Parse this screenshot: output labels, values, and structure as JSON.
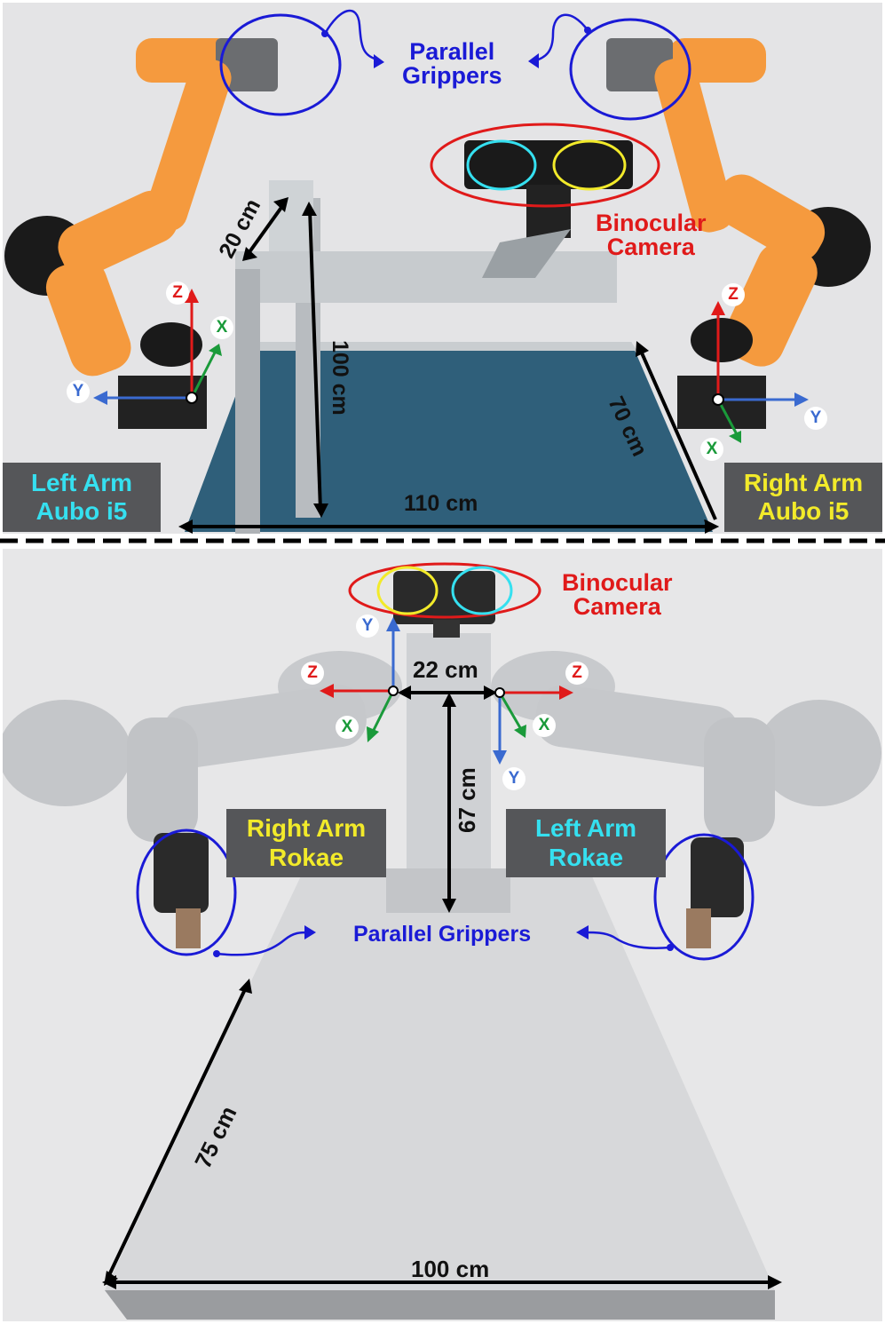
{
  "top": {
    "grippers_label": [
      "Parallel",
      "Grippers"
    ],
    "camera_label": [
      "Binocular",
      "Camera"
    ],
    "left_arm": [
      "Left Arm",
      "Aubo i5"
    ],
    "right_arm": [
      "Right Arm",
      "Aubo i5"
    ],
    "dim_depth_top": "20 cm",
    "dim_height": "100 cm",
    "dim_side": "70 cm",
    "dim_width": "110 cm",
    "axes_left": {
      "z": "Z",
      "x": "X",
      "y": "Y"
    },
    "axes_right": {
      "z": "Z",
      "x": "X",
      "y": "Y"
    }
  },
  "bottom": {
    "camera_label": [
      "Binocular",
      "Camera"
    ],
    "grippers_label": "Parallel Grippers",
    "right_arm": [
      "Right Arm",
      "Rokae"
    ],
    "left_arm": [
      "Left Arm",
      "Rokae"
    ],
    "dim_shoulder": "22 cm",
    "dim_column": "67 cm",
    "dim_depth": "75 cm",
    "dim_width": "100 cm",
    "axes_left": {
      "z": "Z",
      "x": "X",
      "y": "Y"
    },
    "axes_right": {
      "z": "Z",
      "x": "X",
      "y": "Y"
    }
  },
  "colors": {
    "label_blue": "#1a1ad6",
    "label_red": "#e01a1a",
    "cyan_text": "#35e0f0",
    "yellow_text": "#f2ea2a",
    "box_bg": "#555659",
    "orange_arm": "#f59a3e"
  }
}
